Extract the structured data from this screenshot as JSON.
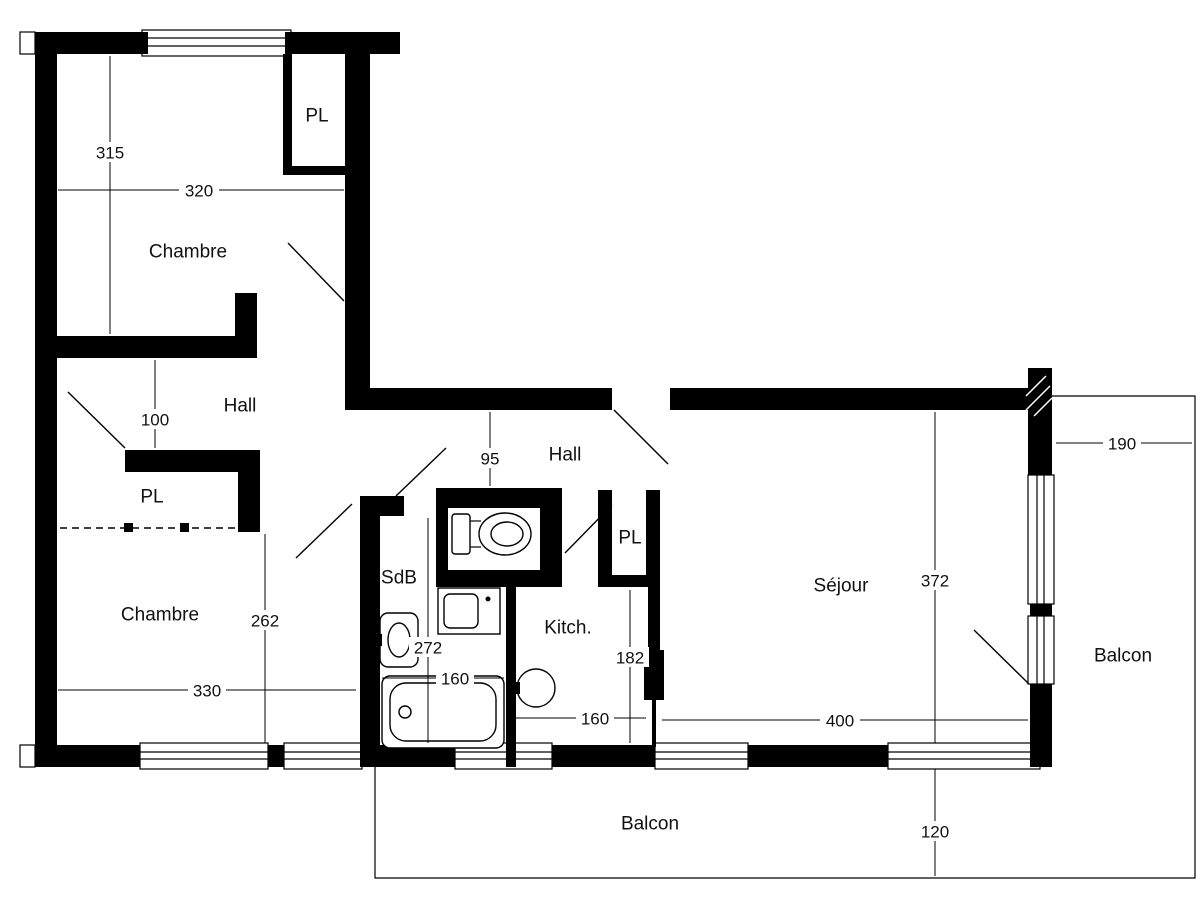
{
  "colors": {
    "wall": "#000000",
    "line": "#000000",
    "background": "#ffffff",
    "text": "#111111"
  },
  "labels": {
    "chambre1": "Chambre",
    "pl1": "PL",
    "hall1": "Hall",
    "chambre2": "Chambre",
    "pl2": "PL",
    "hall2": "Hall",
    "pl3": "PL",
    "sdb": "SdB",
    "kitch": "Kitch.",
    "sejour": "Séjour",
    "balcon_right": "Balcon",
    "balcon_bottom": "Balcon"
  },
  "dimensions_cm": {
    "chambre1_depth": "315",
    "chambre1_width": "320",
    "hall_width": "100",
    "wc_offset": "95",
    "chambre2_depth": "262",
    "chambre2_width": "330",
    "sdb_depth": "272",
    "sdb_width": "160",
    "kitchen_depth": "182",
    "kitchen_width": "160",
    "sejour_width": "400",
    "sejour_depth": "372",
    "balcon_right_width": "190",
    "balcon_bottom_depth": "120"
  }
}
